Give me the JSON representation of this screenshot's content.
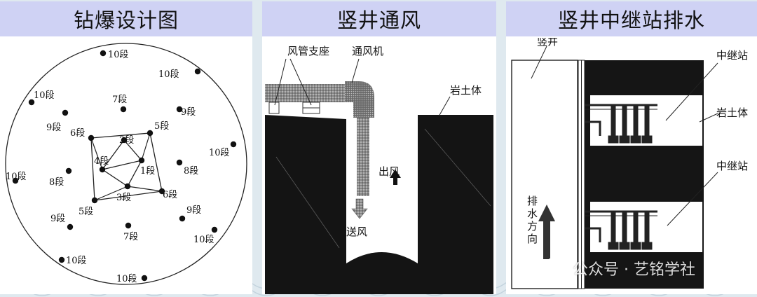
{
  "panels": {
    "blast": {
      "title": "钻爆设计图",
      "hole_labels": [
        "10段",
        "10段",
        "10段",
        "7段",
        "9段",
        "9段",
        "6段",
        "5段",
        "2段",
        "10段",
        "4段",
        "10段",
        "1段",
        "8段",
        "8段",
        "3段",
        "6段",
        "9段",
        "5段",
        "9段",
        "7段",
        "10段",
        "10段",
        "10段"
      ]
    },
    "ventilation": {
      "title": "竖井通风",
      "labels": {
        "duct_support": "风管支座",
        "fan": "通风机",
        "rock_soil": "岩土体",
        "air_out": "出风",
        "air_in": "送风"
      }
    },
    "drainage": {
      "title": "竖井中继站排水",
      "labels": {
        "shaft": "竖井",
        "relay_top": "中继站",
        "rock_soil": "岩土体",
        "relay_bottom": "中继站",
        "direction": [
          "排",
          "水",
          "方",
          "向"
        ]
      }
    }
  },
  "watermark": {
    "text": "公众号 · 艺铭学社"
  },
  "colors": {
    "header_bg": "#cfd2f4",
    "page_bg": "#dfe9ef",
    "rock": "#111111"
  }
}
